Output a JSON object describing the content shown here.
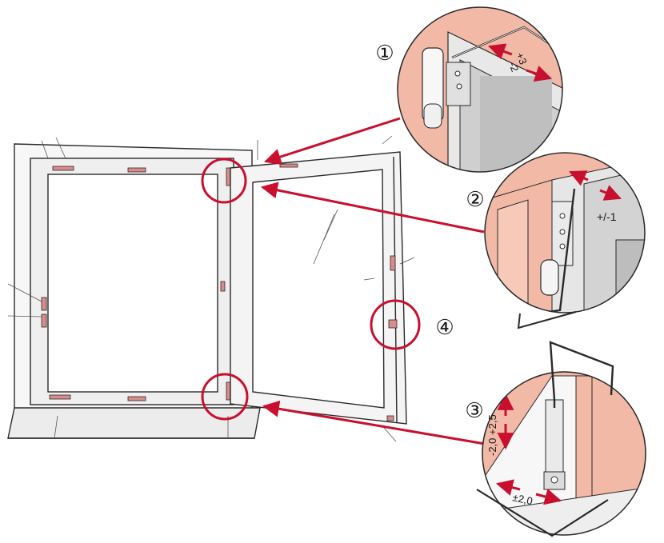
{
  "callouts": [
    {
      "number": "①",
      "adjustments": [
        "+3",
        "-2"
      ]
    },
    {
      "number": "②",
      "adjustments": [
        "+/-1"
      ]
    },
    {
      "number": "③",
      "adjustments": [
        "-2,0 +2,5",
        "±2,0"
      ]
    },
    {
      "number": "④",
      "adjustments": []
    }
  ],
  "colors": {
    "accent_red": "#c8102e",
    "outline": "#2a2a2a",
    "frame_fill": "#f4f4f4",
    "wall_salmon": "#f2b9a6",
    "glass_gray": "#dcdcdc",
    "hinge_pink": "#d98c8c"
  }
}
